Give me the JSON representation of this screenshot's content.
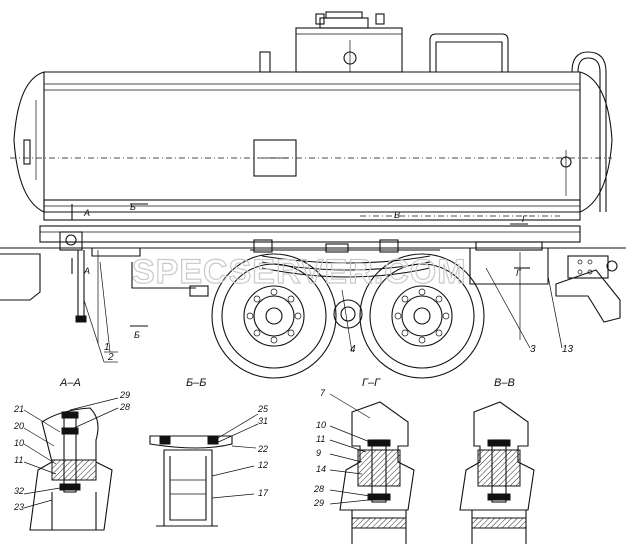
{
  "watermark": "SPECSERVER.COM",
  "section_titles": {
    "aa": "А–А",
    "bb": "Б–Б",
    "gg": "Г–Г",
    "vv": "В–В"
  },
  "main_view": {
    "section_marks": [
      "А",
      "А",
      "Б",
      "Б",
      "В",
      "Г",
      "Г"
    ],
    "callouts": [
      "1",
      "2",
      "4",
      "3",
      "13"
    ]
  },
  "aa_callouts": [
    "29",
    "28",
    "21",
    "20",
    "10",
    "11",
    "32",
    "23"
  ],
  "bb_callouts": [
    "25",
    "31",
    "22",
    "12",
    "17"
  ],
  "gg_callouts": [
    "7",
    "10",
    "11",
    "9",
    "14",
    "28",
    "29"
  ]
}
